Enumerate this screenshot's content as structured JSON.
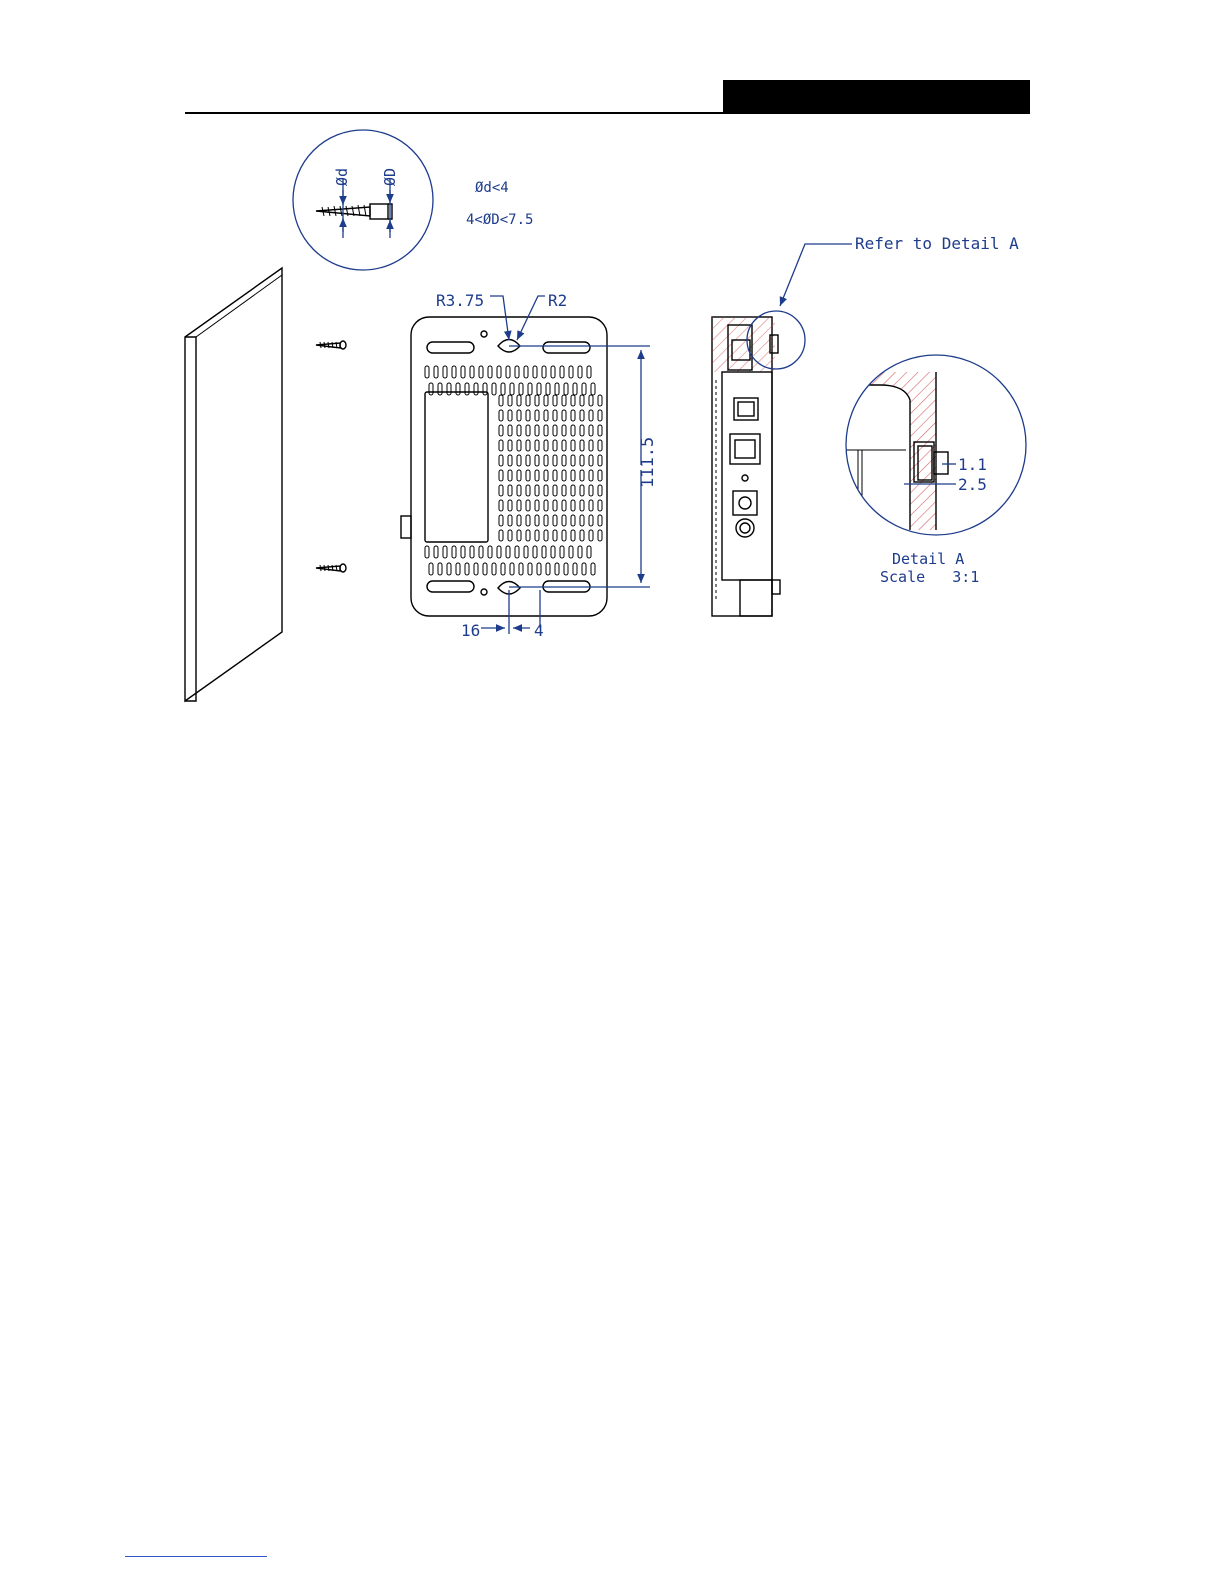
{
  "labels": {
    "screw_small_dia": "Ød",
    "screw_large_dia": "ØD",
    "cond_small": "Ød<4",
    "cond_large": "4<ØD<7.5",
    "refer_detail": "Refer to Detail A",
    "radius_large": "R3.75",
    "radius_small": "R2",
    "height": "111.5",
    "offset": "16",
    "gap": "4",
    "detail_dim_1": "1.1",
    "detail_dim_2": "2.5",
    "detail_title": "Detail A",
    "detail_scale": "Scale   3:1"
  },
  "colors": {
    "dimension": "#1e3c8c",
    "outline": "#000000",
    "hatch": "#c83232"
  }
}
